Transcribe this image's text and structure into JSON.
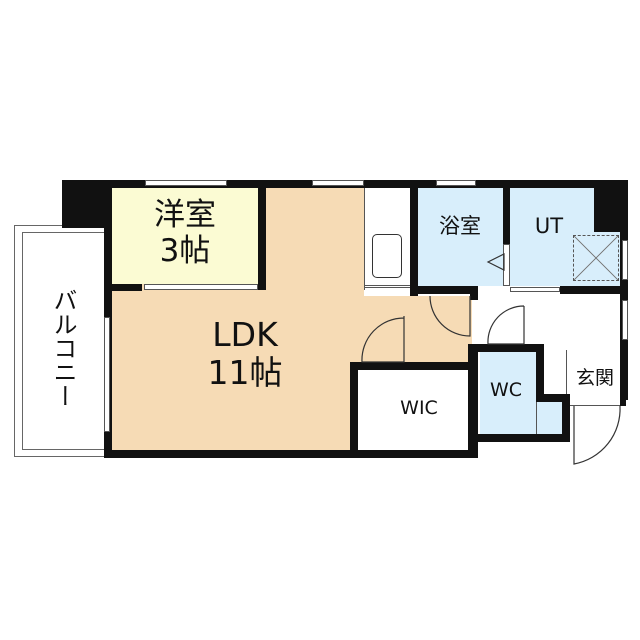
{
  "floorplan": {
    "rooms": [
      {
        "id": "western-room",
        "name": "洋室",
        "size": "3帖",
        "color": "#fbfbd3"
      },
      {
        "id": "ldk",
        "name": "LDK",
        "size": "11帖",
        "color": "#f6dbb5"
      },
      {
        "id": "bathroom",
        "name": "浴室",
        "color": "#d8eefb"
      },
      {
        "id": "utility",
        "name": "UT",
        "color": "#d8eefb"
      },
      {
        "id": "toilet",
        "name": "WC",
        "color": "#d8eefb"
      },
      {
        "id": "walk-in-closet",
        "name": "WIC",
        "color": "#ffffff"
      },
      {
        "id": "entrance",
        "name": "玄関",
        "color": "#ffffff"
      },
      {
        "id": "balcony",
        "name": "バルコニー",
        "color": "#ffffff"
      }
    ],
    "wall_color": "#111111"
  }
}
